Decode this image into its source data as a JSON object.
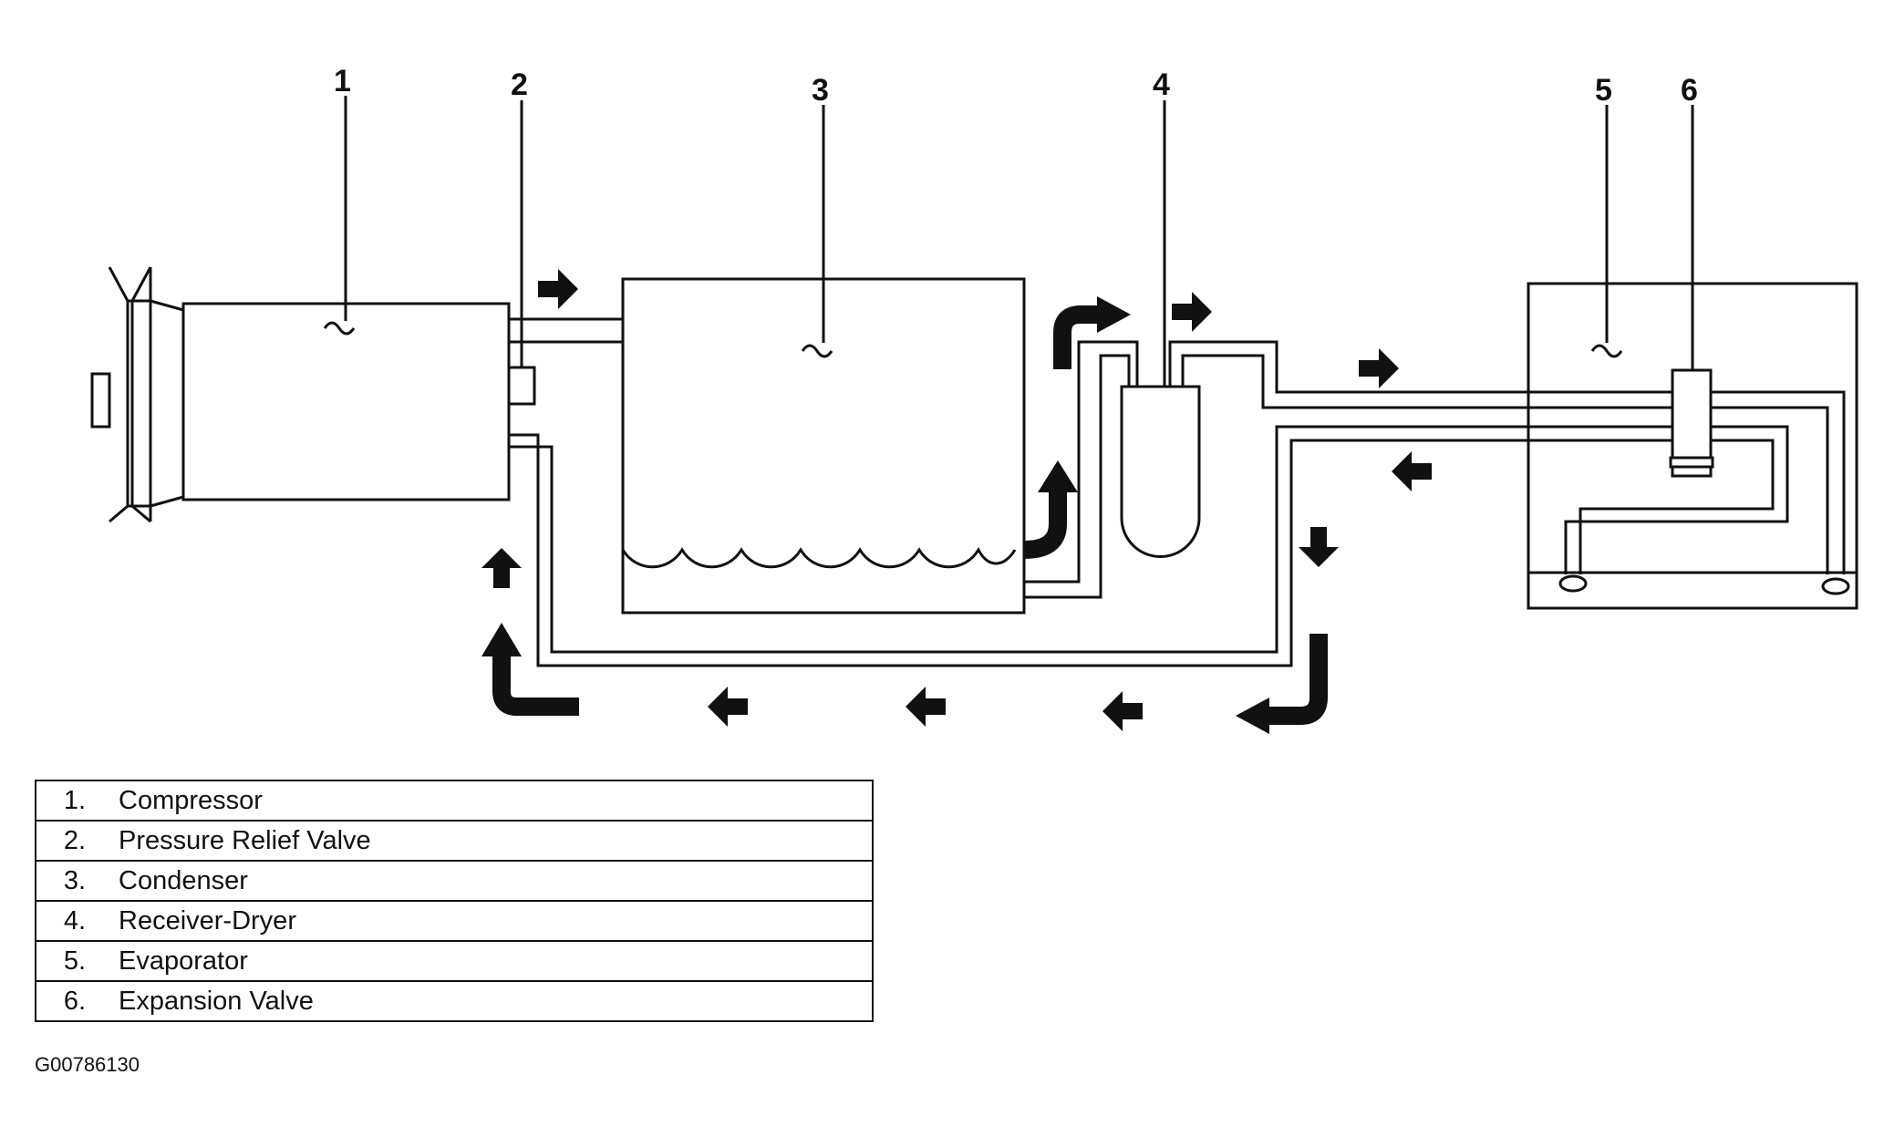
{
  "callouts": [
    "1",
    "2",
    "3",
    "4",
    "5",
    "6"
  ],
  "legend": [
    {
      "num": "1.",
      "label": "Compressor"
    },
    {
      "num": "2.",
      "label": "Pressure Relief Valve"
    },
    {
      "num": "3.",
      "label": "Condenser"
    },
    {
      "num": "4.",
      "label": "Receiver-Dryer"
    },
    {
      "num": "5.",
      "label": "Evaporator"
    },
    {
      "num": "6.",
      "label": "Expansion Valve"
    }
  ],
  "figure_id": "G00786130",
  "colors": {
    "line": "#111111",
    "background": "#ffffff"
  }
}
